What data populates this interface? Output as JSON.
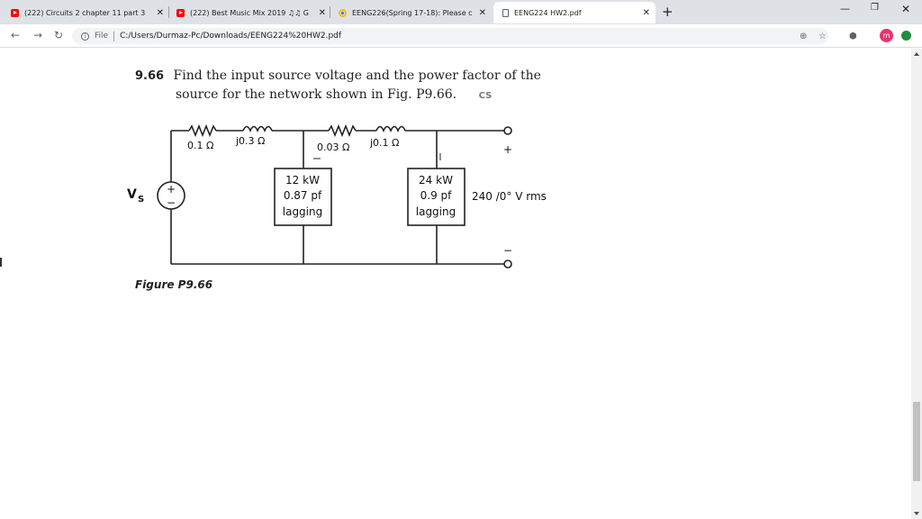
{
  "tabs": [
    {
      "title": "(222) Circuits 2 chapter 11 part 3",
      "icon": "youtube-icon"
    },
    {
      "title": "(222) Best Music Mix 2019 ♫♫ G",
      "icon": "youtube-icon"
    },
    {
      "title": "EENG226(Spring 17-18): Please c",
      "icon": "chrome-icon"
    },
    {
      "title": "EENG224 HW2.pdf",
      "icon": "document-icon"
    }
  ],
  "address": {
    "scheme_label": "File",
    "url": "C:/Users/Durmaz-Pc/Downloads/EENG224%20HW2.pdf"
  },
  "profile": {
    "initial": "m",
    "color": "#e8336f"
  },
  "problem": {
    "number": "9.66",
    "line1": "Find the input source voltage and the power factor of the",
    "line2": "source for the network shown in Fig. P9.66.",
    "mark": "CS"
  },
  "circuit": {
    "source_label": "V",
    "source_subscript": "S",
    "r1": "0.1 Ω",
    "x1": "j0.3 Ω",
    "r2": "0.03 Ω",
    "x2": "j0.1 Ω",
    "load1": {
      "power": "12 kW",
      "pf": "0.87 pf",
      "type": "lagging"
    },
    "load2": {
      "power": "24 kW",
      "pf": "0.9 pf",
      "type": "lagging"
    },
    "output_voltage": "240 /0° V rms",
    "plus": "+",
    "minus": "−"
  },
  "figure_caption": "Figure P9.66"
}
